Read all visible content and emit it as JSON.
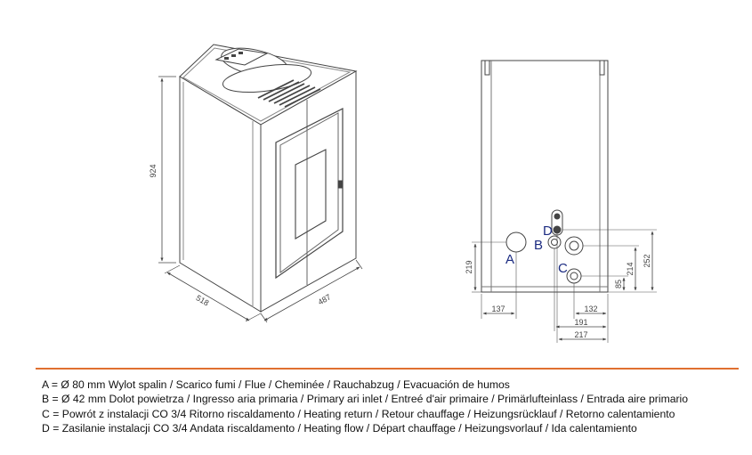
{
  "colors": {
    "rule": "#e07030",
    "label": "#1a2a80",
    "line": "#444444"
  },
  "left_view": {
    "dims": {
      "height": "924",
      "depth": "518",
      "width": "487"
    }
  },
  "right_view": {
    "labels": {
      "a": "A",
      "b": "B",
      "c": "C",
      "d": "D"
    },
    "dims": {
      "a_height": "219",
      "a_offset": "137",
      "c_offset": "132",
      "b_offset": "191",
      "d_offset": "217",
      "c_height": "85",
      "b_height": "214",
      "d_height": "252"
    }
  },
  "legend": [
    "A = Ø 80 mm Wylot spalin / Scarico fumi / Flue / Cheminée / Rauchabzug / Evacuación de humos",
    "B = Ø 42 mm Dolot powietrza / Ingresso aria primaria / Primary ari inlet / Entreé d'air primaire / Primärlufteinlass / Entrada aire primario",
    "C = Powrót z  instalacji CO 3/4 Ritorno riscaldamento / Heating return / Retour chauffage / Heizungsrücklauf / Retorno calentamiento",
    "D = Zasilanie instalacji CO 3/4 Andata riscaldamento / Heating flow / Départ chauffage / Heizungsvorlauf / Ida calentamiento"
  ]
}
